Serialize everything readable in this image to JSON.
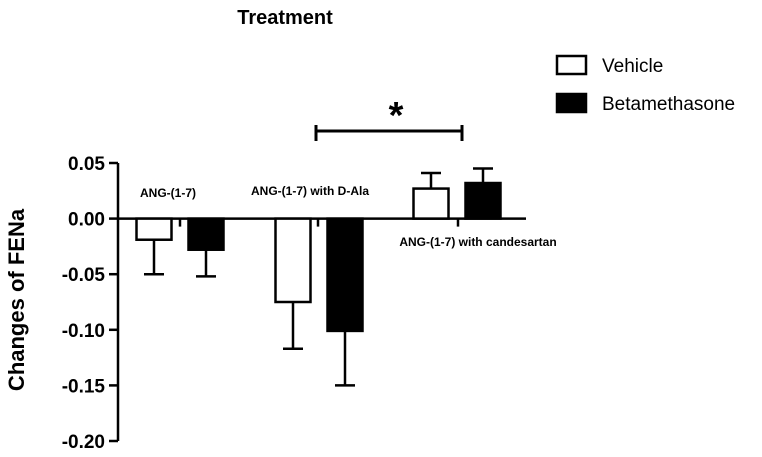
{
  "chart_data": {
    "type": "bar",
    "title": "Treatment",
    "xlabel": "",
    "ylabel": "Changes of FENa",
    "ylim": [
      -0.2,
      0.05
    ],
    "yticks": [
      "0.05",
      "0.00",
      "-0.05",
      "-0.10",
      "-0.15",
      "-0.20"
    ],
    "ytick_values": [
      0.05,
      0.0,
      -0.05,
      -0.1,
      -0.15,
      -0.2
    ],
    "categories": [
      "ANG-(1-7)",
      "ANG-(1-7) with D-Ala",
      "ANG-(1-7) with candesartan"
    ],
    "series": [
      {
        "name": "Vehicle",
        "values": [
          -0.019,
          -0.075,
          0.027
        ],
        "errors": [
          0.031,
          0.042,
          0.014
        ],
        "color": "#ffffff"
      },
      {
        "name": "Betamethasone",
        "values": [
          -0.028,
          -0.101,
          0.032
        ],
        "errors": [
          0.024,
          0.049,
          0.013
        ],
        "color": "#000000"
      }
    ],
    "significance": {
      "label": "*",
      "from": "ANG-(1-7) with D-Ala",
      "to": "ANG-(1-7) with candesartan"
    },
    "legend": "top-right",
    "grid": false
  }
}
